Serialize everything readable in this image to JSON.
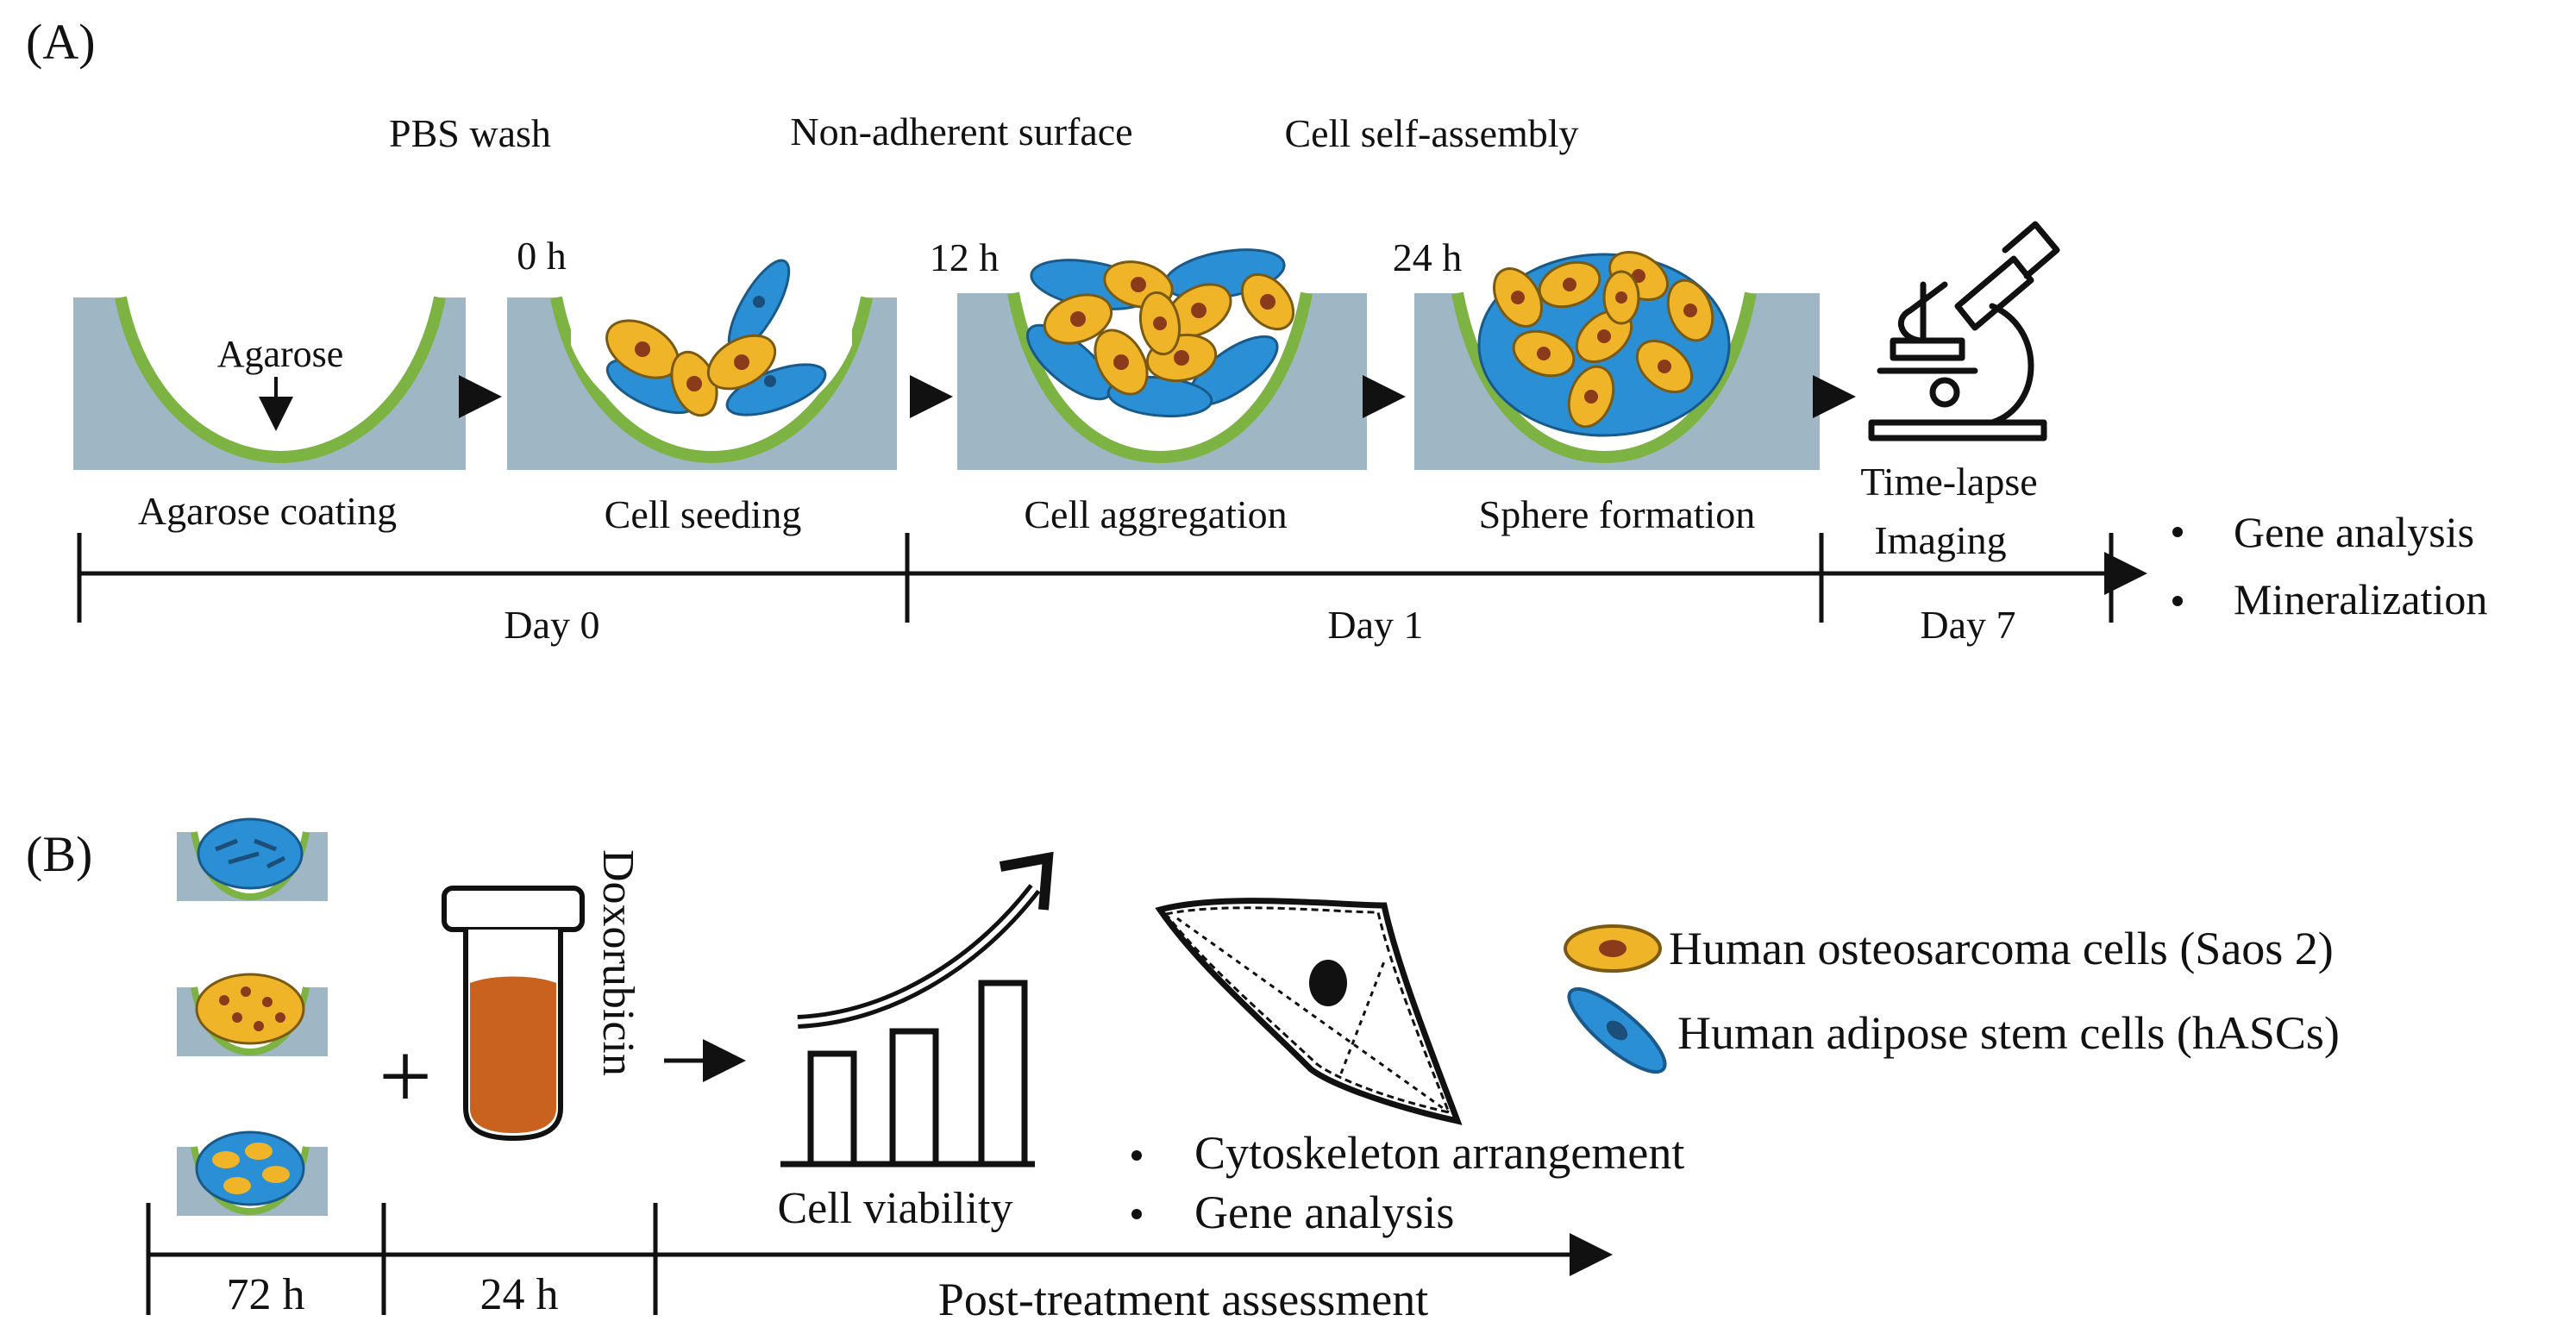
{
  "panel_a": {
    "label": "(A)",
    "top_labels": [
      "PBS wash",
      "Non-adherent surface",
      "Cell self-assembly"
    ],
    "times": [
      "0 h",
      "12 h",
      "24 h"
    ],
    "agarose_label": "Agarose",
    "steps": [
      "Agarose coating",
      "Cell seeding",
      "Cell aggregation",
      "Sphere formation"
    ],
    "imaging_label_1": "Time-lapse",
    "imaging_label_2": "Imaging",
    "days": [
      "Day 0",
      "Day 1",
      "Day 7"
    ],
    "outcomes": [
      "Gene analysis",
      "Mineralization"
    ]
  },
  "panel_b": {
    "label": "(B)",
    "plus": "+",
    "drug": "Doxorubicin",
    "viability_label": "Cell viability",
    "assessments": [
      "Cytoskeleton arrangement",
      "Gene analysis"
    ],
    "durations": [
      "72 h",
      "24 h"
    ],
    "post_label": "Post-treatment assessment",
    "legend": [
      {
        "text": "Human osteosarcoma cells (Saos 2)",
        "icon": "osteosarcoma-cell-icon"
      },
      {
        "text": "Human adipose stem cells (hASCs)",
        "icon": "adipose-stem-cell-icon"
      }
    ]
  },
  "colors": {
    "well": "#9fb6c4",
    "agarose": "#7cb342",
    "osteosarcoma_cell": "#f0b429",
    "osteosarcoma_nucleus": "#8b3a1a",
    "stem_cell": "#2a8fd4",
    "stem_nucleus": "#1b4f7a",
    "doxorubicin": "#c8621e",
    "line": "#111111"
  }
}
